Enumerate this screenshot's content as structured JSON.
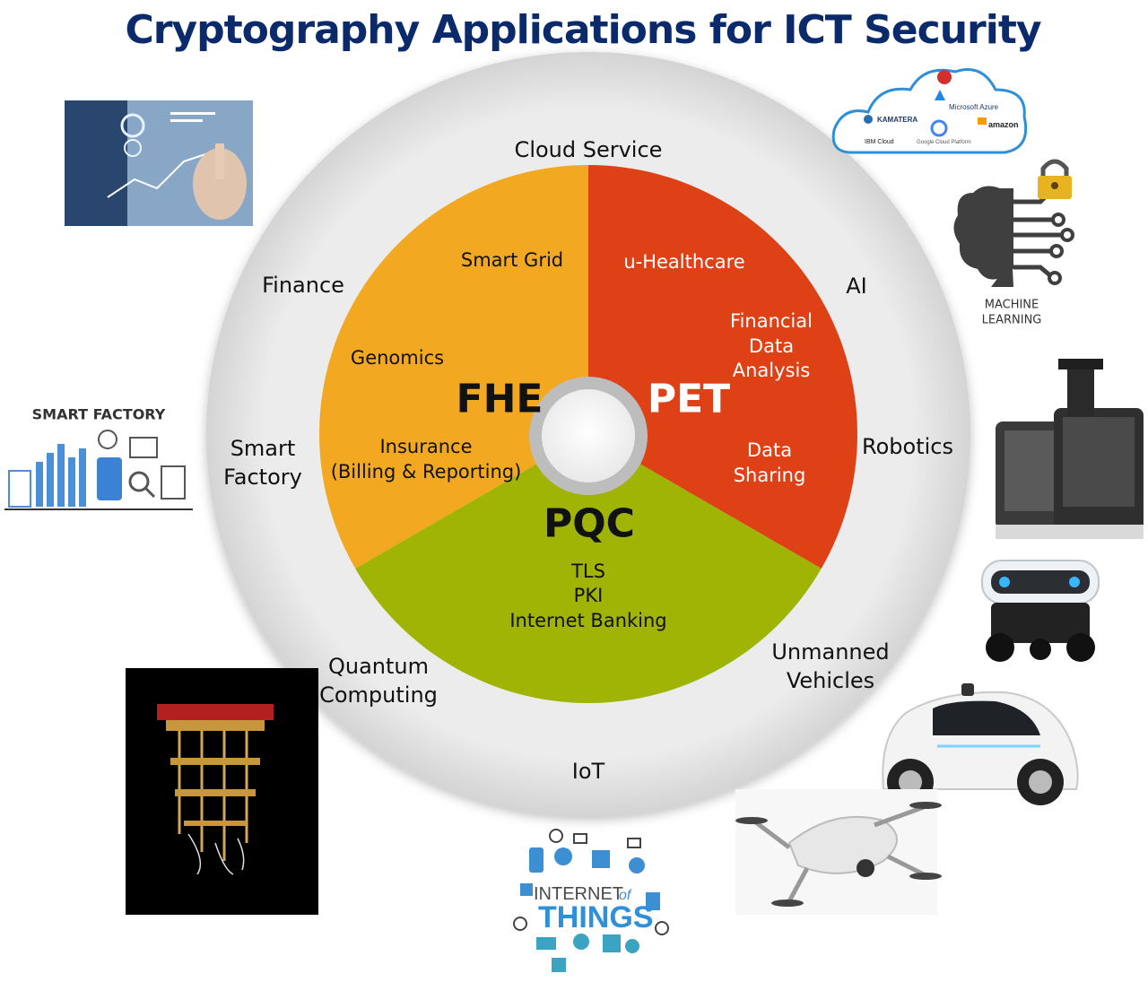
{
  "title": "Cryptography Applications for ICT Security",
  "core": {
    "fhe": "FHE",
    "pet": "PET",
    "pqc": "PQC"
  },
  "fhe_items": {
    "smart_grid": "Smart Grid",
    "genomics": "Genomics",
    "insurance": "Insurance",
    "billing": "(Billing & Reporting)"
  },
  "pet_items": {
    "healthcare": "u-Healthcare",
    "financial": "Financial",
    "data": "Data",
    "analysis": "Analysis",
    "data2": "Data",
    "sharing": "Sharing"
  },
  "pqc_items": {
    "tls": "TLS",
    "pki": "PKI",
    "banking": "Internet Banking"
  },
  "ring": {
    "cloud": "Cloud Service",
    "finance": "Finance",
    "ai": "AI",
    "smart1": "Smart",
    "smart2": "Factory",
    "robotics": "Robotics",
    "quantum1": "Quantum",
    "quantum2": "Computing",
    "unmanned1": "Unmanned",
    "unmanned2": "Vehicles",
    "iot": "IoT"
  },
  "images": {
    "machine_learning": "MACHINE",
    "learning": "LEARNING",
    "smart_factory": "SMART FACTORY",
    "iot_internet": "INTERNET",
    "iot_of": "of",
    "iot_things": "THINGS",
    "cloud_kamatera": "KAMATERA",
    "cloud_azure": "Microsoft Azure",
    "cloud_amazon": "amazon",
    "cloud_ibm": "IBM Cloud",
    "cloud_google": "Google Cloud Platform"
  },
  "colors": {
    "fhe": "#f2a921",
    "pet": "#df4117",
    "pqc": "#9fb405",
    "ring": "#e6e6e6",
    "title": "#0b2a6b"
  }
}
